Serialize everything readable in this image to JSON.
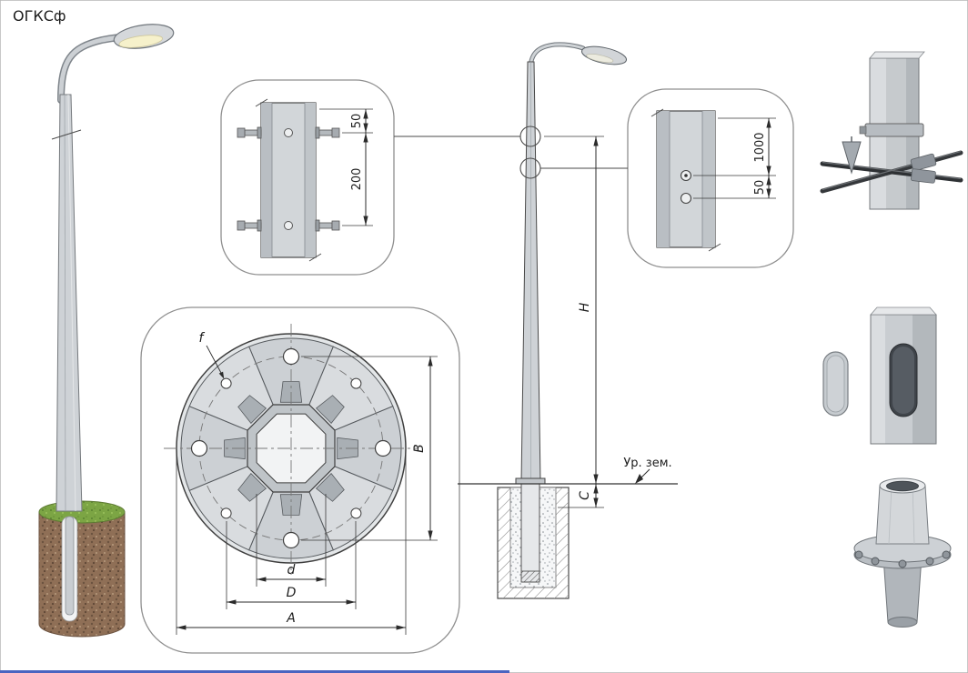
{
  "title": "ОГКСф",
  "callout_bolts": {
    "dim_offset": "50",
    "dim_spacing": "200"
  },
  "callout_holes": {
    "dim_height": "1000",
    "dim_spacing": "50"
  },
  "flange": {
    "hole_label": "f",
    "dim_d": "d",
    "dim_D": "D",
    "dim_A": "A",
    "dim_B": "B"
  },
  "elevation": {
    "dim_height": "H",
    "dim_depth": "C",
    "ground_label": "Ур. зем."
  },
  "colors": {
    "steel": "#ced2d6",
    "steel_light": "#d9dcdf",
    "grass": "#7ca544",
    "soil": "#8f6f56",
    "accent_border": "#4a64c0"
  }
}
